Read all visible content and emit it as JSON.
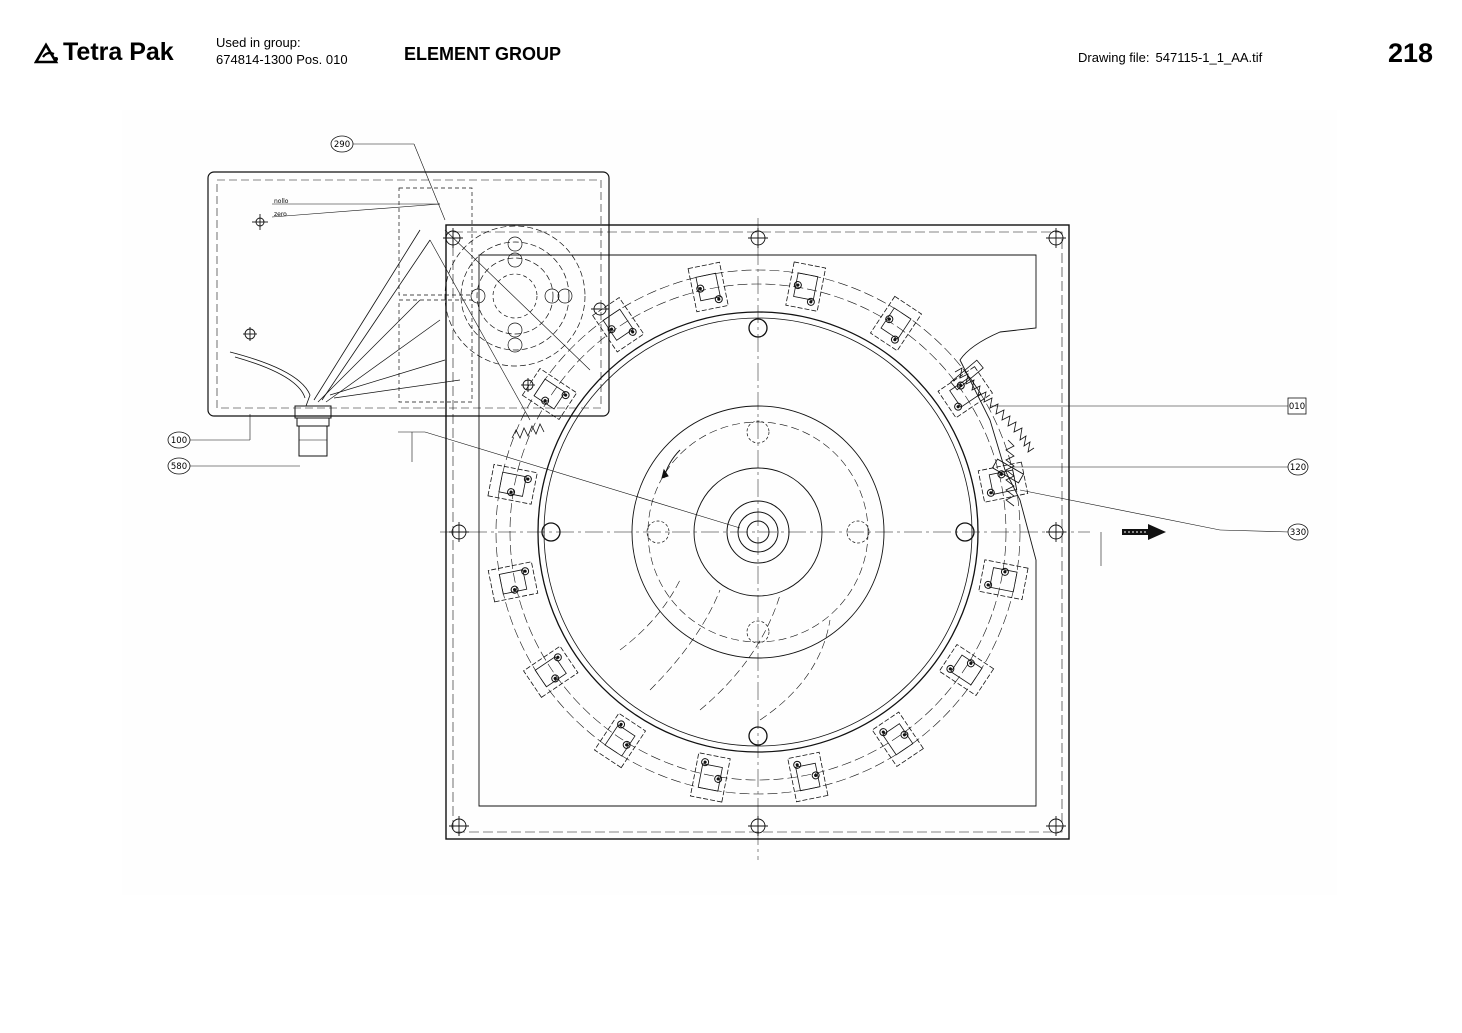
{
  "header": {
    "brand": "Tetra Pak",
    "used_in_label": "Used in group:",
    "used_in_value": "674814-1300 Pos. 010",
    "title": "ELEMENT GROUP",
    "drawing_file_label": "Drawing file:",
    "drawing_file_value": "547115-1_1_AA.tif",
    "page_number": "218"
  },
  "drawing": {
    "labels": {
      "nollo": "nollo",
      "zero": "zero"
    },
    "callouts": [
      "290",
      "100",
      "580",
      "010",
      "120",
      "330"
    ]
  },
  "icons": {
    "logo": "tetra-pak-logo-icon"
  }
}
